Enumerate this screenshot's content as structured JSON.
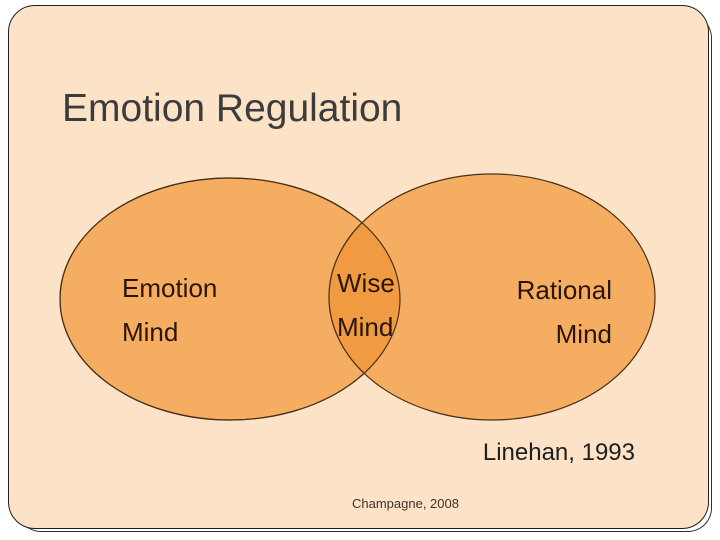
{
  "slide": {
    "title": "Emotion Regulation",
    "venn": {
      "emotion": {
        "line1": "Emotion",
        "line2": "Mind"
      },
      "wise": {
        "line1": "Wise",
        "line2": "Mind"
      },
      "rational": {
        "line1": "Rational",
        "line2": "Mind"
      }
    },
    "citation": "Linehan, 1993",
    "footer": "Champagne, 2008",
    "colors": {
      "slide_background": "#fce3c7",
      "ellipse_fill": "#f5ad62",
      "overlap_fill": "#f09a41",
      "ellipse_outline": "#4a3018",
      "title_text": "#3c3c3c",
      "label_text": "#2b1507"
    }
  }
}
